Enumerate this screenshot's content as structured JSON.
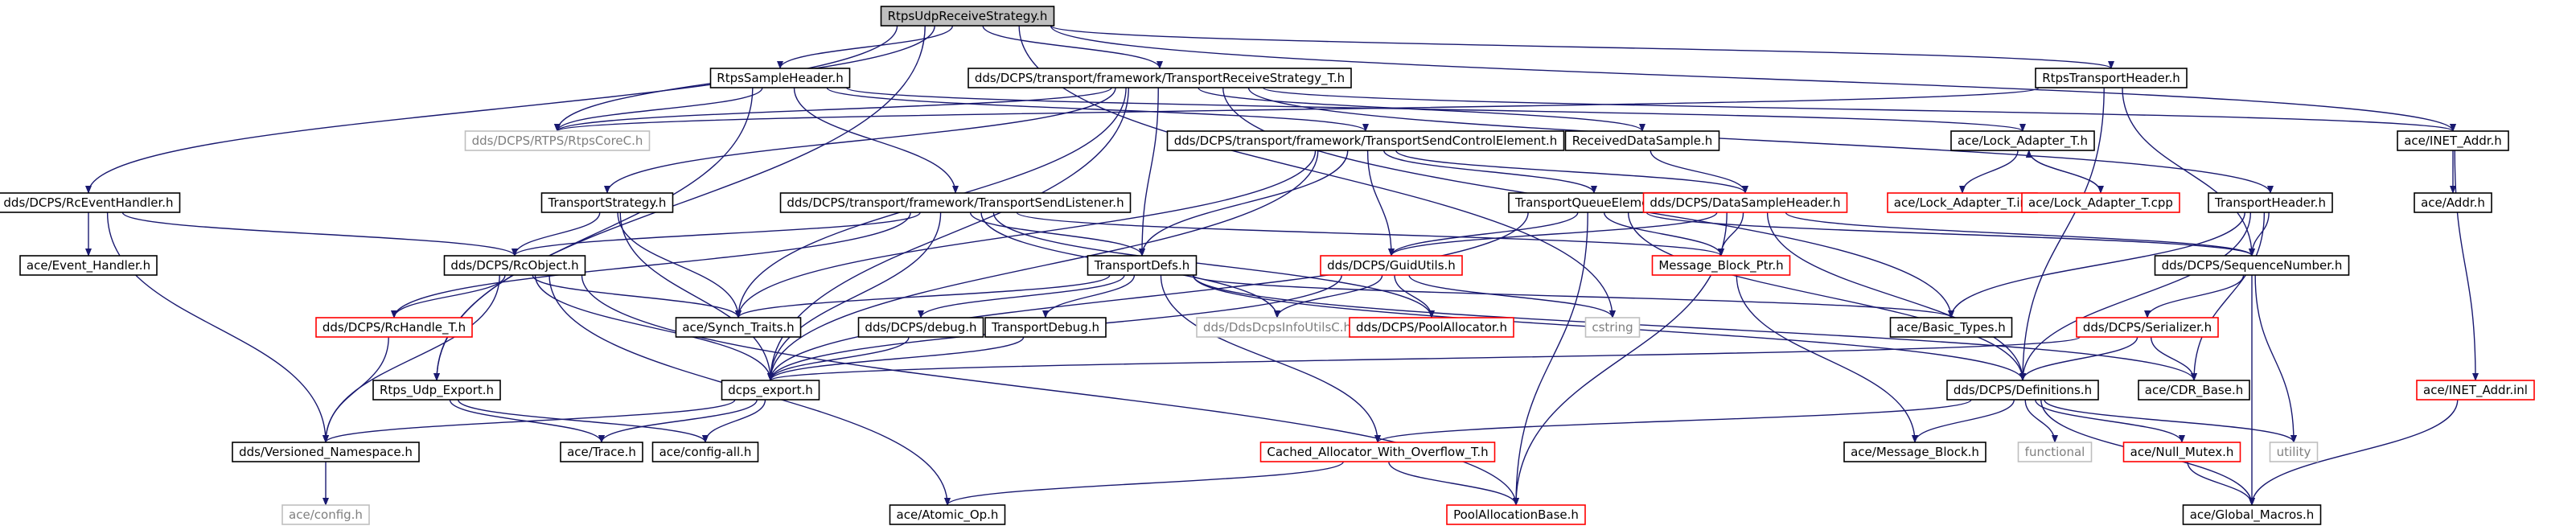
{
  "graph": {
    "colors": {
      "edge": "#191970",
      "root_fill": "#bfbfbf",
      "normal": "#000000",
      "missing": "#ff0000",
      "external": "#bfbfbf",
      "external_text": "#7f7f7f"
    },
    "nodes": [
      {
        "id": "root",
        "label": "RtpsUdpReceiveStrategy.h",
        "kind": "root"
      },
      {
        "id": "rtpsSampleHeader",
        "label": "RtpsSampleHeader.h",
        "kind": "normal"
      },
      {
        "id": "transportReceiveStrategy",
        "label": "dds/DCPS/transport/framework/TransportReceiveStrategy_T.h",
        "kind": "normal"
      },
      {
        "id": "rtpsTransportHeader",
        "label": "RtpsTransportHeader.h",
        "kind": "normal"
      },
      {
        "id": "rtpsCore",
        "label": "dds/DCPS/RTPS/RtpsCoreC.h",
        "kind": "external"
      },
      {
        "id": "inetAddr",
        "label": "ace/INET_Addr.h",
        "kind": "normal"
      },
      {
        "id": "transportSendControlElement",
        "label": "dds/DCPS/transport/framework/TransportSendControlElement.h",
        "kind": "normal"
      },
      {
        "id": "receivedDataSample",
        "label": "ReceivedDataSample.h",
        "kind": "normal"
      },
      {
        "id": "lockAdapter",
        "label": "ace/Lock_Adapter_T.h",
        "kind": "normal"
      },
      {
        "id": "rcEventHandler",
        "label": "dds/DCPS/RcEventHandler.h",
        "kind": "normal"
      },
      {
        "id": "transportStrategy",
        "label": "TransportStrategy.h",
        "kind": "normal"
      },
      {
        "id": "transportSendListener",
        "label": "dds/DCPS/transport/framework/TransportSendListener.h",
        "kind": "normal"
      },
      {
        "id": "transportQueueElement",
        "label": "TransportQueueElement.h",
        "kind": "normal"
      },
      {
        "id": "dataSampleHeader",
        "label": "dds/DCPS/DataSampleHeader.h",
        "kind": "missing"
      },
      {
        "id": "lockAdapterInl",
        "label": "ace/Lock_Adapter_T.inl",
        "kind": "missing"
      },
      {
        "id": "lockAdapterCpp",
        "label": "ace/Lock_Adapter_T.cpp",
        "kind": "missing"
      },
      {
        "id": "transportHeader",
        "label": "TransportHeader.h",
        "kind": "normal"
      },
      {
        "id": "aceAddr",
        "label": "ace/Addr.h",
        "kind": "normal"
      },
      {
        "id": "eventHandler",
        "label": "ace/Event_Handler.h",
        "kind": "normal"
      },
      {
        "id": "rcObject",
        "label": "dds/DCPS/RcObject.h",
        "kind": "normal"
      },
      {
        "id": "transportDefs",
        "label": "TransportDefs.h",
        "kind": "normal"
      },
      {
        "id": "guidUtils",
        "label": "dds/DCPS/GuidUtils.h",
        "kind": "missing"
      },
      {
        "id": "messageBlockPtr",
        "label": "Message_Block_Ptr.h",
        "kind": "missing"
      },
      {
        "id": "sequenceNumber",
        "label": "dds/DCPS/SequenceNumber.h",
        "kind": "normal"
      },
      {
        "id": "rcHandle",
        "label": "dds/DCPS/RcHandle_T.h",
        "kind": "missing"
      },
      {
        "id": "synchTraits",
        "label": "ace/Synch_Traits.h",
        "kind": "normal"
      },
      {
        "id": "ddsDebug",
        "label": "dds/DCPS/debug.h",
        "kind": "normal"
      },
      {
        "id": "transportDebug",
        "label": "TransportDebug.h",
        "kind": "normal"
      },
      {
        "id": "ddsDcpsInfoUtils",
        "label": "dds/DdsDcpsInfoUtilsC.h",
        "kind": "external"
      },
      {
        "id": "poolAllocator",
        "label": "dds/DCPS/PoolAllocator.h",
        "kind": "missing"
      },
      {
        "id": "cstring",
        "label": "cstring",
        "kind": "external"
      },
      {
        "id": "basicTypes",
        "label": "ace/Basic_Types.h",
        "kind": "normal"
      },
      {
        "id": "serializer",
        "label": "dds/DCPS/Serializer.h",
        "kind": "missing"
      },
      {
        "id": "inetAddrInl",
        "label": "ace/INET_Addr.inl",
        "kind": "missing"
      },
      {
        "id": "rtpsUdpExport",
        "label": "Rtps_Udp_Export.h",
        "kind": "normal"
      },
      {
        "id": "dcpsExport",
        "label": "dcps_export.h",
        "kind": "normal"
      },
      {
        "id": "definitions",
        "label": "dds/DCPS/Definitions.h",
        "kind": "normal"
      },
      {
        "id": "cdrBase",
        "label": "ace/CDR_Base.h",
        "kind": "normal"
      },
      {
        "id": "versionedNamespace",
        "label": "dds/Versioned_Namespace.h",
        "kind": "normal"
      },
      {
        "id": "aceTrace",
        "label": "ace/Trace.h",
        "kind": "normal"
      },
      {
        "id": "configAll",
        "label": "ace/config-all.h",
        "kind": "normal"
      },
      {
        "id": "cachedAllocator",
        "label": "Cached_Allocator_With_Overflow_T.h",
        "kind": "missing"
      },
      {
        "id": "messageBlock",
        "label": "ace/Message_Block.h",
        "kind": "normal"
      },
      {
        "id": "functional",
        "label": "functional",
        "kind": "external"
      },
      {
        "id": "nullMutex",
        "label": "ace/Null_Mutex.h",
        "kind": "missing"
      },
      {
        "id": "utility",
        "label": "utility",
        "kind": "external"
      },
      {
        "id": "aceConfig",
        "label": "ace/config.h",
        "kind": "external"
      },
      {
        "id": "atomicOp",
        "label": "ace/Atomic_Op.h",
        "kind": "normal"
      },
      {
        "id": "poolAllocationBase",
        "label": "PoolAllocationBase.h",
        "kind": "missing"
      },
      {
        "id": "globalMacros",
        "label": "ace/Global_Macros.h",
        "kind": "normal"
      }
    ],
    "edges": [
      {
        "from": "root",
        "to": "rtpsSampleHeader"
      },
      {
        "from": "root",
        "to": "transportReceiveStrategy"
      },
      {
        "from": "root",
        "to": "rtpsTransportHeader"
      },
      {
        "from": "root",
        "to": "rtpsCore"
      },
      {
        "from": "root",
        "to": "inetAddr"
      },
      {
        "from": "root",
        "to": "rcEventHandler"
      },
      {
        "from": "root",
        "to": "rtpsUdpExport"
      },
      {
        "from": "root",
        "to": "cstring"
      },
      {
        "from": "rtpsSampleHeader",
        "to": "rtpsCore"
      },
      {
        "from": "rtpsSampleHeader",
        "to": "transportSendControlElement"
      },
      {
        "from": "rtpsSampleHeader",
        "to": "transportSendListener"
      },
      {
        "from": "rtpsSampleHeader",
        "to": "rtpsUdpExport"
      },
      {
        "from": "rtpsSampleHeader",
        "to": "lockAdapter"
      },
      {
        "from": "transportReceiveStrategy",
        "to": "rtpsCore"
      },
      {
        "from": "transportReceiveStrategy",
        "to": "receivedDataSample"
      },
      {
        "from": "transportReceiveStrategy",
        "to": "transportStrategy"
      },
      {
        "from": "transportReceiveStrategy",
        "to": "transportDefs"
      },
      {
        "from": "transportReceiveStrategy",
        "to": "transportHeader"
      },
      {
        "from": "transportReceiveStrategy",
        "to": "inetAddr"
      },
      {
        "from": "transportReceiveStrategy",
        "to": "synchTraits"
      },
      {
        "from": "transportReceiveStrategy",
        "to": "basicTypes"
      },
      {
        "from": "transportReceiveStrategy",
        "to": "dcpsExport"
      },
      {
        "from": "rtpsTransportHeader",
        "to": "rtpsCore"
      },
      {
        "from": "rtpsTransportHeader",
        "to": "sequenceNumber"
      },
      {
        "from": "rtpsTransportHeader",
        "to": "definitions"
      },
      {
        "from": "inetAddr",
        "to": "aceAddr"
      },
      {
        "from": "inetAddr",
        "to": "inetAddrInl"
      },
      {
        "from": "transportSendControlElement",
        "to": "transportQueueElement"
      },
      {
        "from": "transportSendControlElement",
        "to": "dataSampleHeader"
      },
      {
        "from": "transportSendControlElement",
        "to": "transportDefs"
      },
      {
        "from": "transportSendControlElement",
        "to": "guidUtils"
      },
      {
        "from": "transportSendControlElement",
        "to": "synchTraits"
      },
      {
        "from": "transportSendControlElement",
        "to": "dcpsExport"
      },
      {
        "from": "receivedDataSample",
        "to": "dataSampleHeader"
      },
      {
        "from": "lockAdapter",
        "to": "lockAdapterInl"
      },
      {
        "from": "lockAdapter",
        "to": "lockAdapterCpp"
      },
      {
        "from": "lockAdapterCpp",
        "to": "lockAdapter"
      },
      {
        "from": "rcEventHandler",
        "to": "eventHandler"
      },
      {
        "from": "rcEventHandler",
        "to": "rcObject"
      },
      {
        "from": "rcEventHandler",
        "to": "versionedNamespace"
      },
      {
        "from": "transportStrategy",
        "to": "rcObject"
      },
      {
        "from": "transportStrategy",
        "to": "synchTraits"
      },
      {
        "from": "transportStrategy",
        "to": "dcpsExport"
      },
      {
        "from": "transportSendListener",
        "to": "rcObject"
      },
      {
        "from": "transportSendListener",
        "to": "transportDefs"
      },
      {
        "from": "transportSendListener",
        "to": "rcHandle"
      },
      {
        "from": "transportSendListener",
        "to": "messageBlockPtr"
      },
      {
        "from": "transportSendListener",
        "to": "poolAllocator"
      },
      {
        "from": "transportSendListener",
        "to": "dcpsExport"
      },
      {
        "from": "transportSendListener",
        "to": "ddsDcpsInfoUtils"
      },
      {
        "from": "transportQueueElement",
        "to": "guidUtils"
      },
      {
        "from": "transportQueueElement",
        "to": "messageBlockPtr"
      },
      {
        "from": "transportQueueElement",
        "to": "sequenceNumber"
      },
      {
        "from": "transportQueueElement",
        "to": "definitions"
      },
      {
        "from": "transportQueueElement",
        "to": "poolAllocationBase"
      },
      {
        "from": "transportQueueElement",
        "to": "dcpsExport"
      },
      {
        "from": "dataSampleHeader",
        "to": "guidUtils"
      },
      {
        "from": "dataSampleHeader",
        "to": "messageBlockPtr"
      },
      {
        "from": "dataSampleHeader",
        "to": "sequenceNumber"
      },
      {
        "from": "dataSampleHeader",
        "to": "definitions"
      },
      {
        "from": "dataSampleHeader",
        "to": "poolAllocationBase"
      },
      {
        "from": "transportHeader",
        "to": "sequenceNumber"
      },
      {
        "from": "transportHeader",
        "to": "basicTypes"
      },
      {
        "from": "transportHeader",
        "to": "definitions"
      },
      {
        "from": "transportHeader",
        "to": "cdrBase"
      },
      {
        "from": "rcObject",
        "to": "rcHandle"
      },
      {
        "from": "rcObject",
        "to": "synchTraits"
      },
      {
        "from": "rcObject",
        "to": "atomicOp"
      },
      {
        "from": "rcObject",
        "to": "poolAllocationBase"
      },
      {
        "from": "rcObject",
        "to": "versionedNamespace"
      },
      {
        "from": "rcObject",
        "to": "dcpsExport"
      },
      {
        "from": "transportDefs",
        "to": "synchTraits"
      },
      {
        "from": "transportDefs",
        "to": "ddsDebug"
      },
      {
        "from": "transportDefs",
        "to": "transportDebug"
      },
      {
        "from": "transportDefs",
        "to": "basicTypes"
      },
      {
        "from": "transportDefs",
        "to": "cachedAllocator"
      },
      {
        "from": "transportDefs",
        "to": "definitions"
      },
      {
        "from": "transportDefs",
        "to": "cdrBase"
      },
      {
        "from": "guidUtils",
        "to": "ddsDcpsInfoUtils"
      },
      {
        "from": "guidUtils",
        "to": "poolAllocator"
      },
      {
        "from": "guidUtils",
        "to": "cstring"
      },
      {
        "from": "guidUtils",
        "to": "dcpsExport"
      },
      {
        "from": "messageBlockPtr",
        "to": "messageBlock"
      },
      {
        "from": "sequenceNumber",
        "to": "serializer"
      },
      {
        "from": "sequenceNumber",
        "to": "utility"
      },
      {
        "from": "sequenceNumber",
        "to": "globalMacros"
      },
      {
        "from": "rcHandle",
        "to": "versionedNamespace"
      },
      {
        "from": "ddsDebug",
        "to": "dcpsExport"
      },
      {
        "from": "transportDebug",
        "to": "dcpsExport"
      },
      {
        "from": "serializer",
        "to": "definitions"
      },
      {
        "from": "serializer",
        "to": "cdrBase"
      },
      {
        "from": "serializer",
        "to": "dcpsExport"
      },
      {
        "from": "inetAddrInl",
        "to": "globalMacros"
      },
      {
        "from": "rtpsUdpExport",
        "to": "aceTrace"
      },
      {
        "from": "rtpsUdpExport",
        "to": "configAll"
      },
      {
        "from": "dcpsExport",
        "to": "versionedNamespace"
      },
      {
        "from": "dcpsExport",
        "to": "aceTrace"
      },
      {
        "from": "dcpsExport",
        "to": "configAll"
      },
      {
        "from": "definitions",
        "to": "cachedAllocator"
      },
      {
        "from": "definitions",
        "to": "messageBlock"
      },
      {
        "from": "definitions",
        "to": "functional"
      },
      {
        "from": "definitions",
        "to": "nullMutex"
      },
      {
        "from": "definitions",
        "to": "utility"
      },
      {
        "from": "definitions",
        "to": "globalMacros"
      },
      {
        "from": "cachedAllocator",
        "to": "atomicOp"
      },
      {
        "from": "cachedAllocator",
        "to": "poolAllocationBase"
      },
      {
        "from": "nullMutex",
        "to": "globalMacros"
      },
      {
        "from": "versionedNamespace",
        "to": "aceConfig"
      }
    ]
  }
}
